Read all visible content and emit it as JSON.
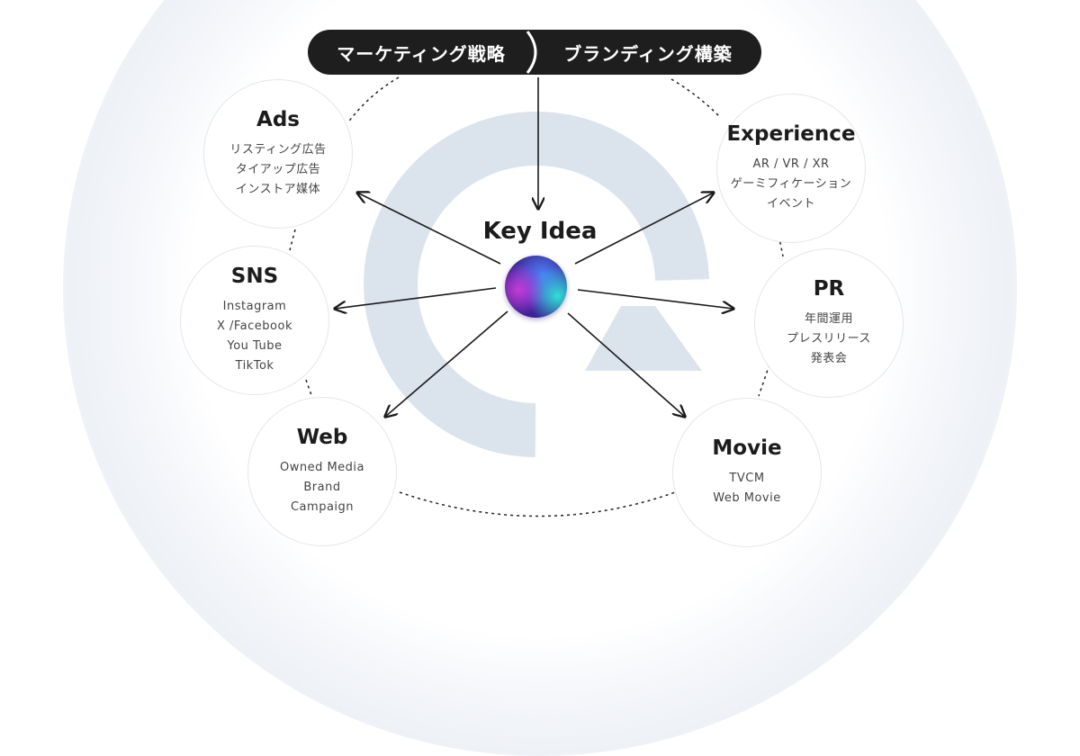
{
  "banner": {
    "left": "マーケティング戦略",
    "right": "ブランディング構築"
  },
  "center": {
    "title": "Key Idea"
  },
  "nodes": {
    "ads": {
      "title": "Ads",
      "items": [
        "リスティング広告",
        "タイアップ広告",
        "インストア媒体"
      ]
    },
    "sns": {
      "title": "SNS",
      "items": [
        "Instagram",
        "X /Facebook",
        "You Tube",
        "TikTok"
      ]
    },
    "web": {
      "title": "Web",
      "items": [
        "Owned Media",
        "Brand",
        "Campaign"
      ]
    },
    "experience": {
      "title": "Experience",
      "items": [
        "AR / VR / XR",
        "ゲーミフィケーション",
        "イベント"
      ]
    },
    "pr": {
      "title": "PR",
      "items": [
        "年間運用",
        "プレスリリース",
        "発表会"
      ]
    },
    "movie": {
      "title": "Movie",
      "items": [
        "TVCM",
        "Web Movie"
      ]
    }
  },
  "colors": {
    "banner_bg": "#1e1e1e",
    "ring_decoration": "#dbe4ed",
    "arrow": "#1a1a1a",
    "orb_magenta": "#c43bd6",
    "orb_cyan": "#2fe0d8",
    "orb_violet": "#5a2fd0"
  }
}
